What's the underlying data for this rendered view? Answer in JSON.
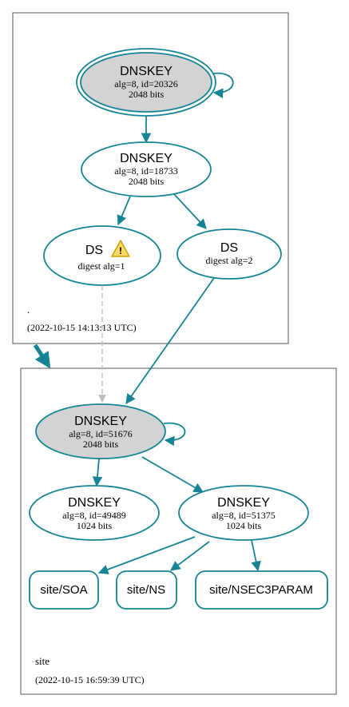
{
  "colors": {
    "edge": "#178495",
    "ksk_fill": "#d3d3d3",
    "node_fill": "#ffffff",
    "cluster_border": "#555555",
    "insecure_edge": "#bdbdbd",
    "warning_fill": "#ffd966",
    "warning_stroke": "#c9a000"
  },
  "root_zone": {
    "name": ".",
    "timestamp": "(2022-10-15 14:13:13 UTC)",
    "ksk": {
      "title": "DNSKEY",
      "line1": "alg=8, id=20326",
      "line2": "2048 bits"
    },
    "zsk": {
      "title": "DNSKEY",
      "line1": "alg=8, id=18733",
      "line2": "2048 bits"
    },
    "ds1": {
      "title": "DS",
      "line1": "digest alg=1",
      "warning_icon": "warning-triangle-icon",
      "warning_glyph": "!"
    },
    "ds2": {
      "title": "DS",
      "line1": "digest alg=2"
    }
  },
  "site_zone": {
    "name": "site",
    "timestamp": "(2022-10-15 16:59:39 UTC)",
    "ksk": {
      "title": "DNSKEY",
      "line1": "alg=8, id=51676",
      "line2": "2048 bits"
    },
    "key_a": {
      "title": "DNSKEY",
      "line1": "alg=8, id=49489",
      "line2": "1024 bits"
    },
    "key_b": {
      "title": "DNSKEY",
      "line1": "alg=8, id=51375",
      "line2": "1024 bits"
    },
    "rrsets": [
      {
        "label": "site/SOA"
      },
      {
        "label": "site/NS"
      },
      {
        "label": "site/NSEC3PARAM"
      }
    ]
  }
}
